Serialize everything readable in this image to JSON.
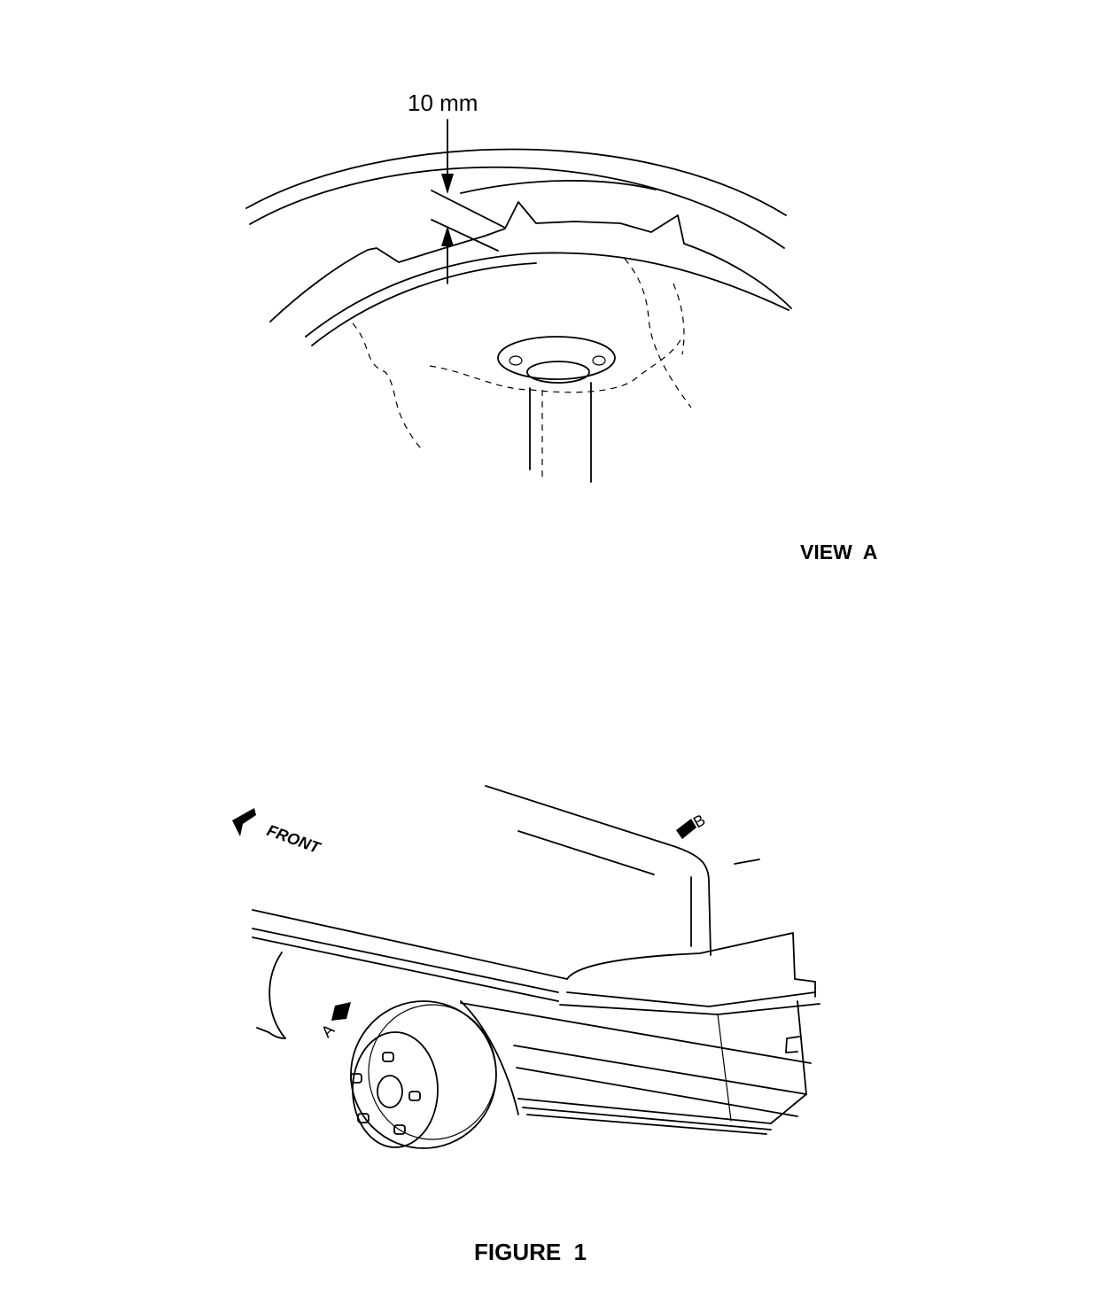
{
  "top_view": {
    "dimension_label": "10 mm",
    "view_label": "VIEW  A"
  },
  "bottom_view": {
    "front_label": "FRONT",
    "arrow_a_label": "A",
    "arrow_b_label": "B"
  },
  "figure_caption": "FIGURE  1"
}
